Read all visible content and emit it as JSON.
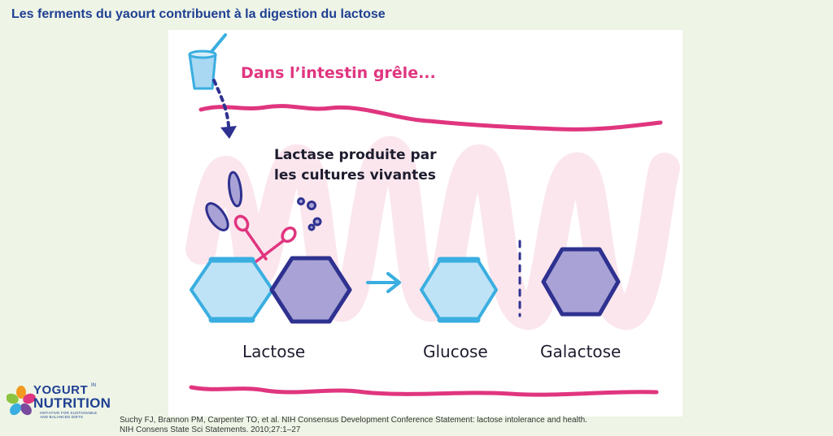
{
  "title": "Les ferments du yaourt contribuent à la digestion du lactose",
  "diagram": {
    "intestine_caption": "Dans l’intestin grêle...",
    "lactase_caption_line1": "Lactase produite par",
    "lactase_caption_line2": "les cultures vivantes",
    "labels": {
      "lactose": "Lactose",
      "glucose": "Glucose",
      "galactose": "Galactose"
    }
  },
  "logo": {
    "yogurt": "YOGURT",
    "in": "IN",
    "nutrition": "NUTRITION",
    "tagline": "INITIATIVE FOR SUSTAINABLE AND BALANCED DIETS"
  },
  "reference": {
    "line1": "Suchy FJ, Brannon PM, Carpenter TO, et al. NIH Consensus Development Conference Statement: lactose intolerance and health.",
    "line2": "NIH Consens State Sci Statements. 2010;27:1–27"
  },
  "colors": {
    "title": "#1f3f93",
    "pink": "#e0357f",
    "blue_light": "#a9d8f2",
    "blue_stroke": "#3aaee0",
    "purple_fill": "#a8a2d6",
    "purple_stroke": "#2e318f"
  }
}
